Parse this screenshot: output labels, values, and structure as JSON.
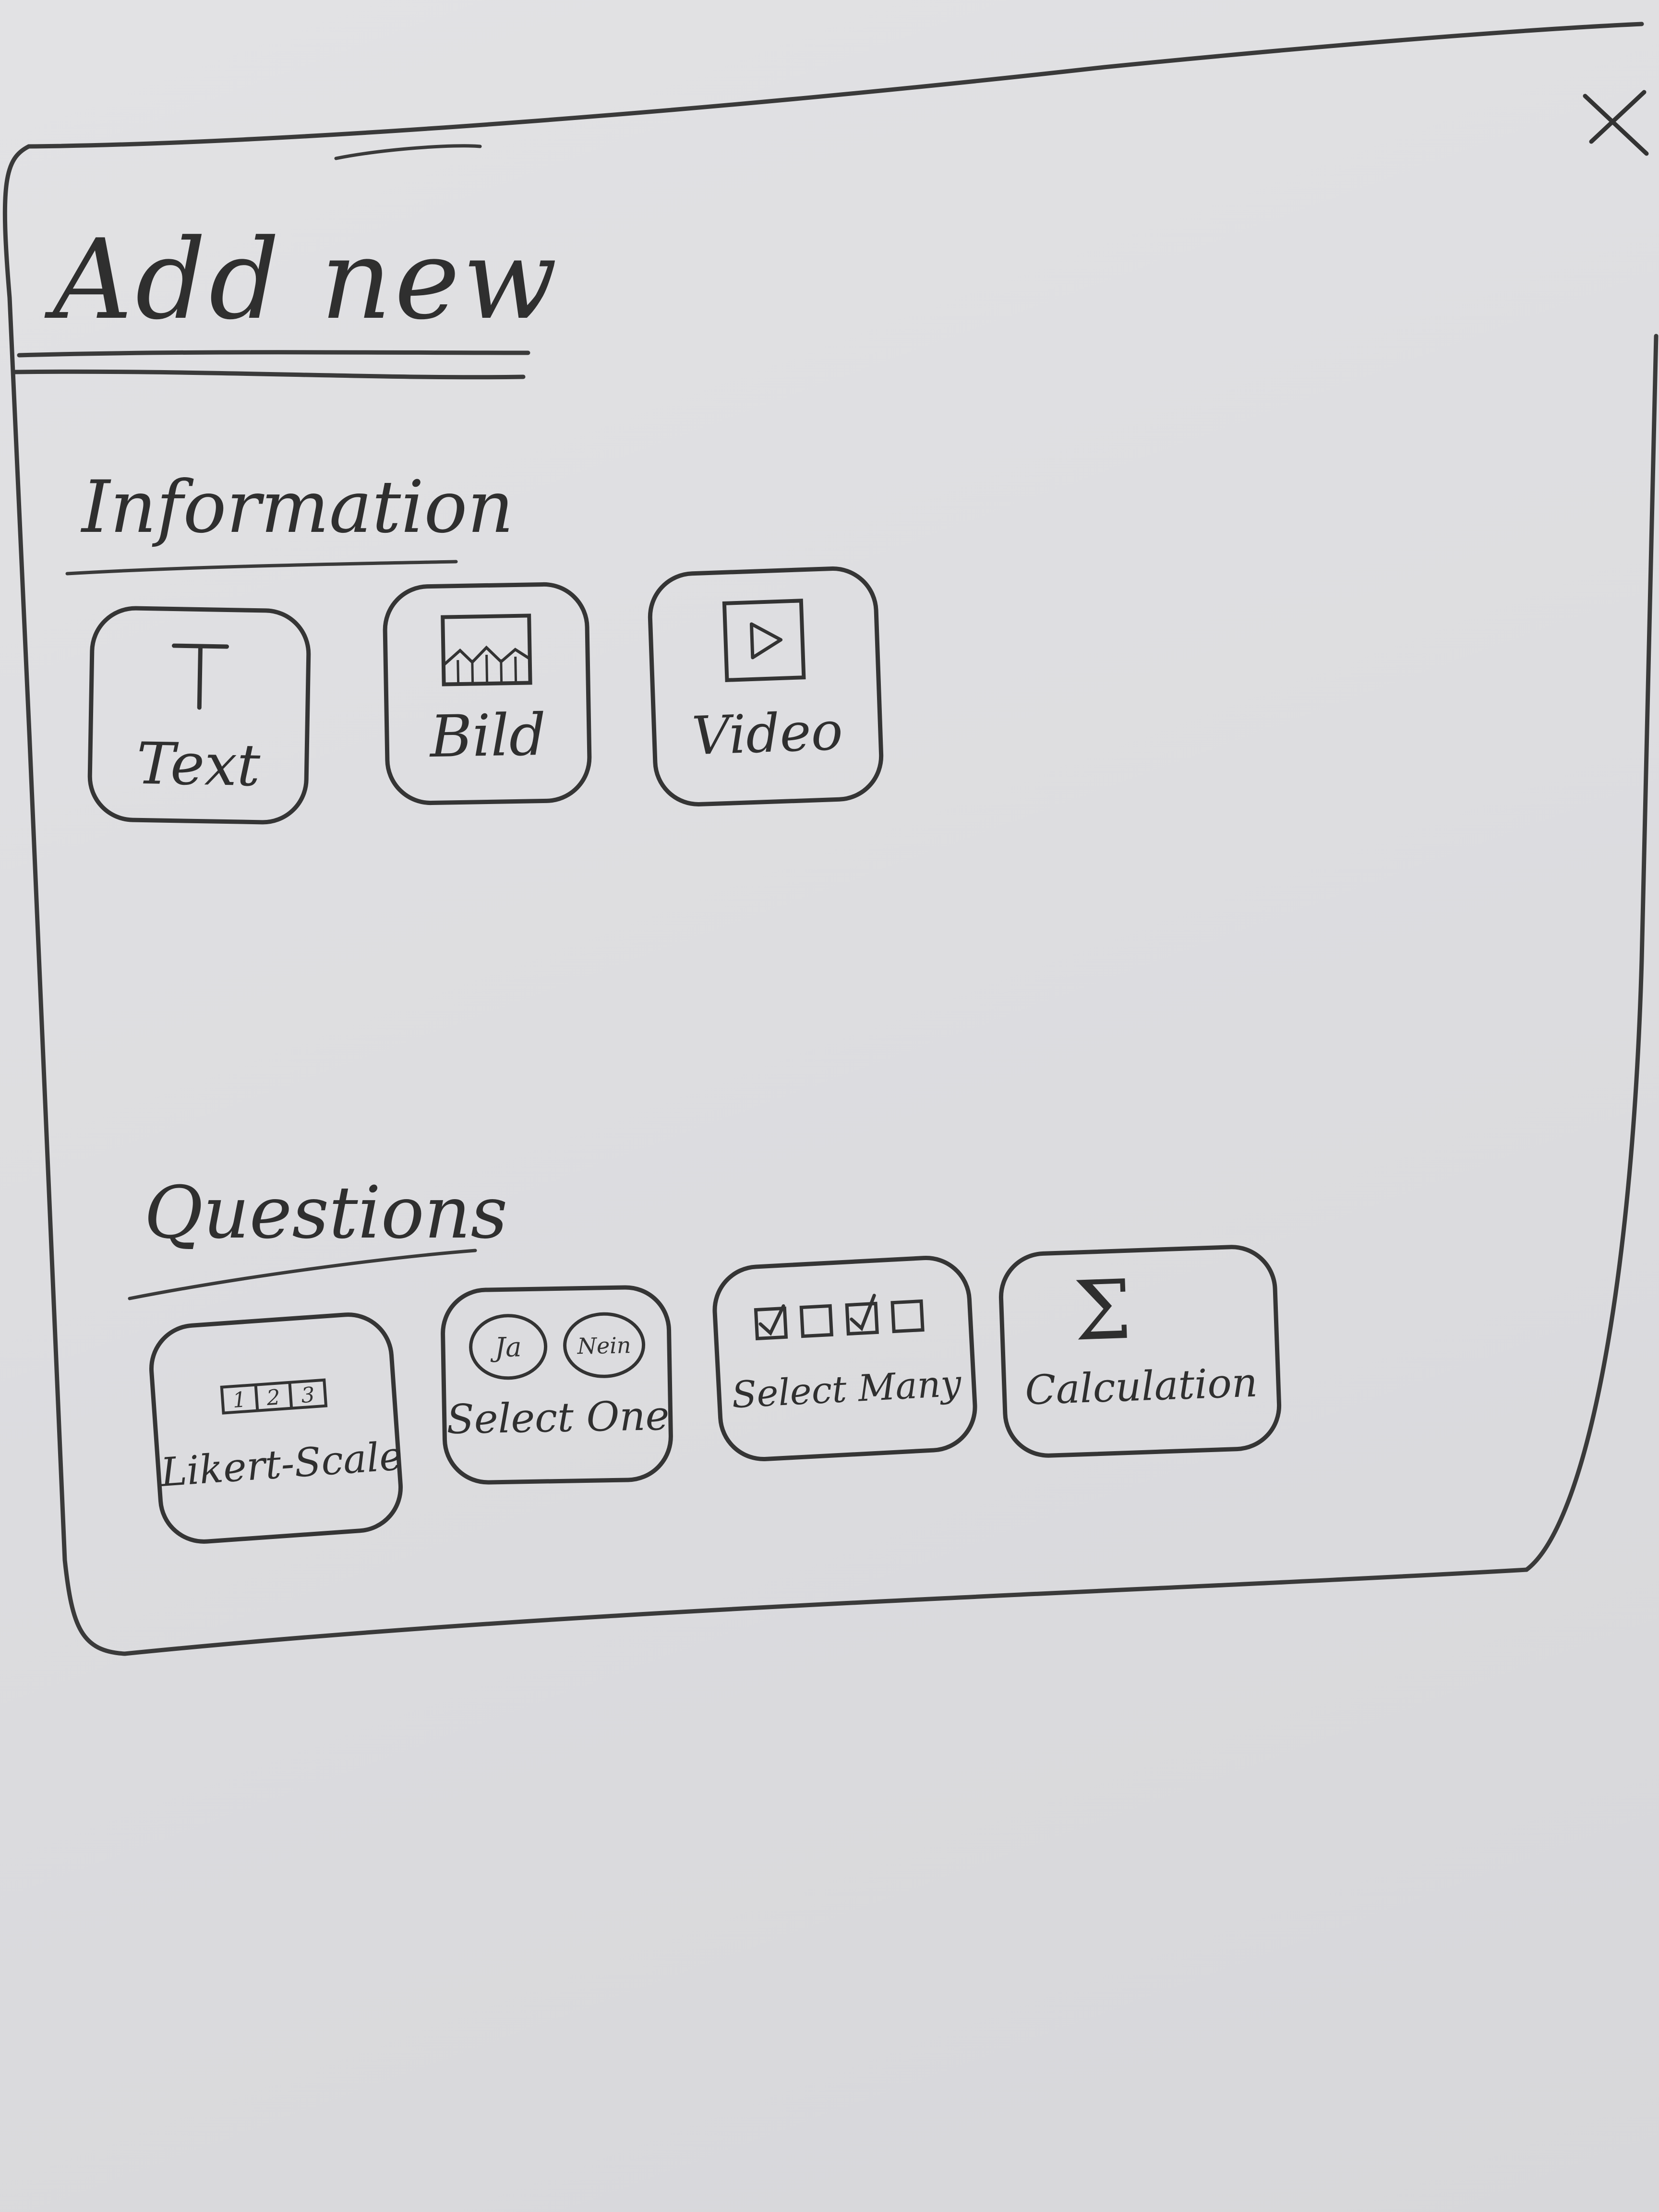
{
  "dialog": {
    "title": "Add new",
    "close_label": "X"
  },
  "information": {
    "heading": "Information",
    "items": [
      {
        "label": "Text",
        "icon": "text-icon"
      },
      {
        "label": "Bild",
        "icon": "image-icon"
      },
      {
        "label": "Video",
        "icon": "video-icon"
      }
    ]
  },
  "questions": {
    "heading": "Questions",
    "items": [
      {
        "label": "Likert-Scale",
        "icon": "likert-scale-icon",
        "scale": [
          "1",
          "2",
          "3"
        ]
      },
      {
        "label": "Select One",
        "icon": "select-one-icon",
        "options": [
          "Ja",
          "Nein"
        ]
      },
      {
        "label": "Select Many",
        "icon": "select-many-icon"
      },
      {
        "label": "Calculation",
        "icon": "sigma-icon",
        "symbol": "Σ"
      }
    ]
  }
}
